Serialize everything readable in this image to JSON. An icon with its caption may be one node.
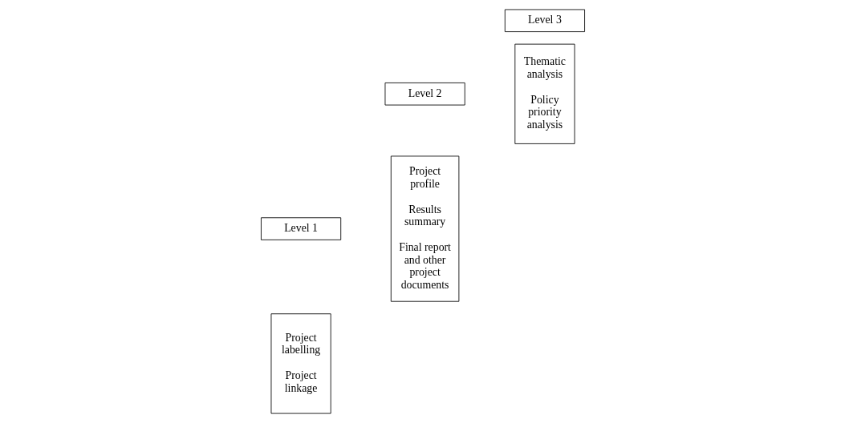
{
  "diagram": {
    "nodes": [
      {
        "text": [
          "Level 1"
        ]
      },
      {
        "text": [
          "Project labelling",
          "Project linkage"
        ]
      },
      {
        "text": [
          "Level 2"
        ]
      },
      {
        "text": [
          "Project profile",
          "Results summary",
          "Final report and other project documents"
        ]
      },
      {
        "text": [
          "Level 3"
        ]
      },
      {
        "text": [
          "Thematic analysis",
          "Policy priority analysis"
        ]
      }
    ],
    "edges": []
  }
}
